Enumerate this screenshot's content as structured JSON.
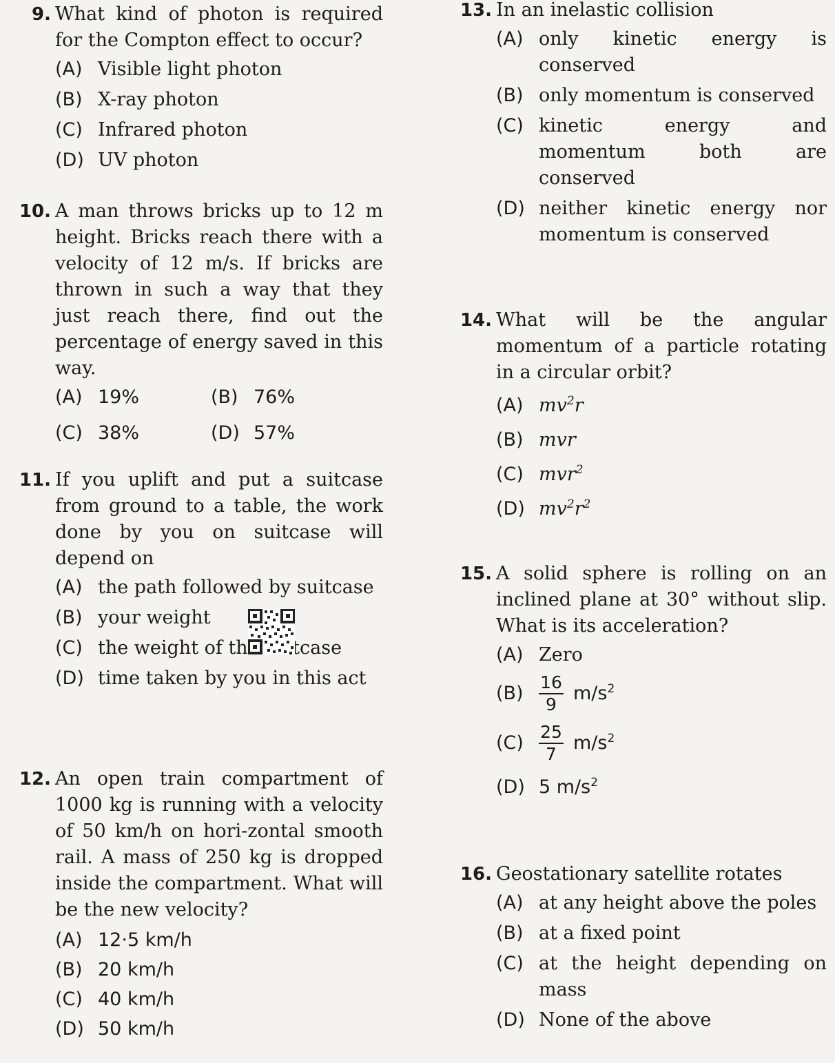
{
  "questions": [
    {
      "num": "9.",
      "text": "What kind of photon is required for the Compton effect to occur?",
      "options": [
        {
          "label": "(A)",
          "text": "Visible light photon"
        },
        {
          "label": "(B)",
          "text": "X-ray photon"
        },
        {
          "label": "(C)",
          "text": "Infrared photon"
        },
        {
          "label": "(D)",
          "text": "UV photon"
        }
      ]
    },
    {
      "num": "10.",
      "text": "A man throws bricks up to 12 m height. Bricks reach there with a velocity of 12 m/s. If bricks are thrown in such a way that they just reach there, find out the percentage of energy saved in this way.",
      "options": [
        {
          "label": "(A)",
          "text": "19%"
        },
        {
          "label": "(B)",
          "text": "76%"
        },
        {
          "label": "(C)",
          "text": "38%"
        },
        {
          "label": "(D)",
          "text": "57%"
        }
      ]
    },
    {
      "num": "11.",
      "text": "If you uplift and put a suitcase from ground to a table, the work done by you on suitcase will depend on",
      "options": [
        {
          "label": "(A)",
          "text": "the path followed by suitcase"
        },
        {
          "label": "(B)",
          "text": "your weight"
        },
        {
          "label": "(C)",
          "text": "the weight of the suitcase"
        },
        {
          "label": "(D)",
          "text": "time taken by you in this act"
        }
      ]
    },
    {
      "num": "12.",
      "text": "An open train compartment of 1000 kg is running with a velocity of 50 km/h on hori-zontal smooth rail. A mass of 250 kg is dropped inside the compartment. What will be the new velocity?",
      "options": [
        {
          "label": "(A)",
          "text": "12·5 km/h"
        },
        {
          "label": "(B)",
          "text": "20 km/h"
        },
        {
          "label": "(C)",
          "text": "40 km/h"
        },
        {
          "label": "(D)",
          "text": "50 km/h"
        }
      ]
    },
    {
      "num": "13.",
      "text": "In an inelastic collision",
      "options": [
        {
          "label": "(A)",
          "text": "only kinetic energy is conserved"
        },
        {
          "label": "(B)",
          "text": "only momentum is conserved"
        },
        {
          "label": "(C)",
          "text": "kinetic energy and momentum both are conserved"
        },
        {
          "label": "(D)",
          "text": "neither kinetic energy nor momentum is conserved"
        }
      ]
    },
    {
      "num": "14.",
      "text": "What will be the angular momentum of a particle rotating in a circular orbit?",
      "options": [
        {
          "label": "(A)",
          "base": "mv",
          "sup1": "2",
          "mid": "r",
          "sup2": ""
        },
        {
          "label": "(B)",
          "base": "mvr",
          "sup1": "",
          "mid": "",
          "sup2": ""
        },
        {
          "label": "(C)",
          "base": "mvr",
          "sup1": "2",
          "mid": "",
          "sup2": ""
        },
        {
          "label": "(D)",
          "base": "mv",
          "sup1": "2",
          "mid": "r",
          "sup2": "2"
        }
      ]
    },
    {
      "num": "15.",
      "text": "A solid sphere is rolling on an inclined plane at 30° without slip. What is its acceleration?",
      "options": [
        {
          "label": "(A)",
          "text": "Zero"
        },
        {
          "label": "(B)",
          "numer": "16",
          "denom": "9",
          "unit": "m/s",
          "unit_sup": "2"
        },
        {
          "label": "(C)",
          "numer": "25",
          "denom": "7",
          "unit": "m/s",
          "unit_sup": "2"
        },
        {
          "label": "(D)",
          "text": "5 m/s",
          "unit_sup": "2"
        }
      ]
    },
    {
      "num": "16.",
      "text": "Geostationary satellite rotates",
      "options": [
        {
          "label": "(A)",
          "text": "at any height above the poles"
        },
        {
          "label": "(B)",
          "text": "at a fixed point"
        },
        {
          "label": "(C)",
          "text": "at the height depending on mass"
        },
        {
          "label": "(D)",
          "text": "None of the above"
        }
      ]
    }
  ],
  "icons": {
    "qr": "qr-code-icon"
  }
}
